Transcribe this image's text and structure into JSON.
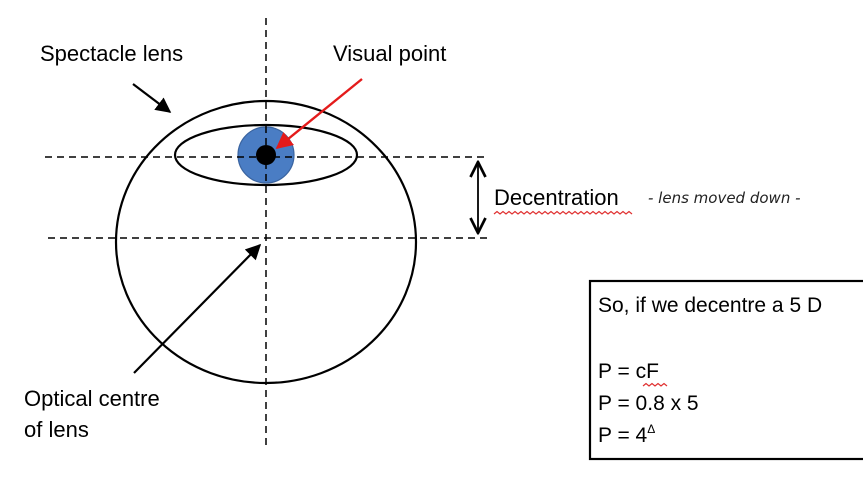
{
  "labels": {
    "spectacle_lens": "Spectacle lens",
    "visual_point": "Visual point",
    "optical_centre_line1": "Optical centre",
    "optical_centre_line2": "of lens",
    "decentration": "Decentration",
    "handwritten_note": "- lens moved down -"
  },
  "example_box": {
    "intro": "So, if we decentre a 5 D",
    "formula_line1_prefix": "P = ",
    "formula_line1_cf": "cF",
    "formula_line2": "P = 0.8 x 5",
    "formula_line3_prefix": "P = 4",
    "formula_line3_superscript": "Δ"
  },
  "colors": {
    "pupil": "#4a7dc4",
    "pupil_stroke": "#3a64a0",
    "arrow_visual_point": "#e41b1b",
    "spellcheck_squiggle": "#e03030",
    "line": "#000000"
  }
}
